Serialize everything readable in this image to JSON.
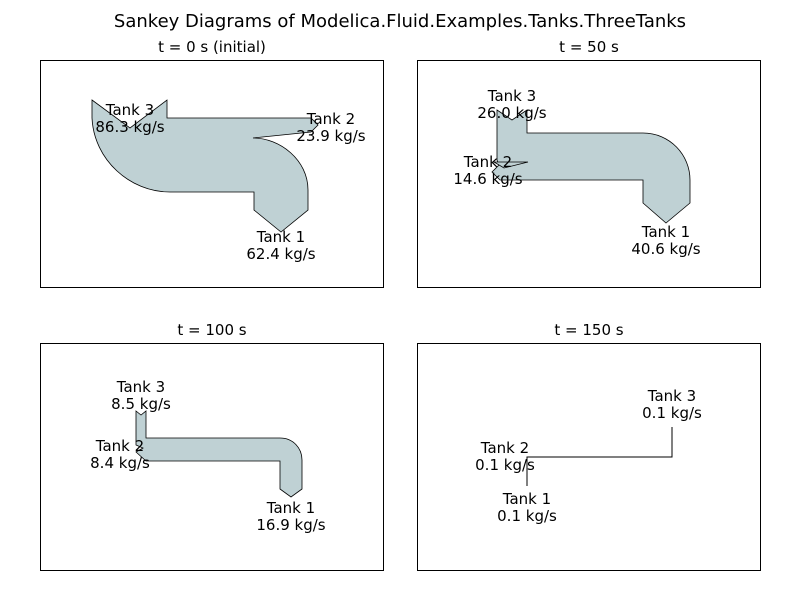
{
  "figure": {
    "title": "Sankey Diagrams of Modelica.Fluid.Examples.Tanks.ThreeTanks",
    "flow_fill": "#bfd1d4",
    "stroke": "#000000"
  },
  "chart_data": [
    {
      "type": "sankey",
      "title": "t = 0 s (initial)",
      "flows": [
        {
          "name": "Tank 3",
          "value_label": "86.3 kg/s",
          "value": 86.3
        },
        {
          "name": "Tank 2",
          "value_label": "23.9 kg/s",
          "value": -23.9
        },
        {
          "name": "Tank 1",
          "value_label": "62.4 kg/s",
          "value": -62.4
        }
      ]
    },
    {
      "type": "sankey",
      "title": "t = 50 s",
      "flows": [
        {
          "name": "Tank 3",
          "value_label": "26.0 kg/s",
          "value": 26.0
        },
        {
          "name": "Tank 2",
          "value_label": "14.6 kg/s",
          "value": 14.6
        },
        {
          "name": "Tank 1",
          "value_label": "40.6 kg/s",
          "value": -40.6
        }
      ]
    },
    {
      "type": "sankey",
      "title": "t = 100 s",
      "flows": [
        {
          "name": "Tank 3",
          "value_label": "8.5 kg/s",
          "value": 8.5
        },
        {
          "name": "Tank 2",
          "value_label": "8.4 kg/s",
          "value": 8.4
        },
        {
          "name": "Tank 1",
          "value_label": "16.9 kg/s",
          "value": -16.9
        }
      ]
    },
    {
      "type": "sankey",
      "title": "t = 150 s",
      "flows": [
        {
          "name": "Tank 3",
          "value_label": "0.1 kg/s",
          "value": 0.1
        },
        {
          "name": "Tank 2",
          "value_label": "0.1 kg/s",
          "value": 0.1
        },
        {
          "name": "Tank 1",
          "value_label": "0.1 kg/s",
          "value": -0.1
        }
      ]
    }
  ]
}
